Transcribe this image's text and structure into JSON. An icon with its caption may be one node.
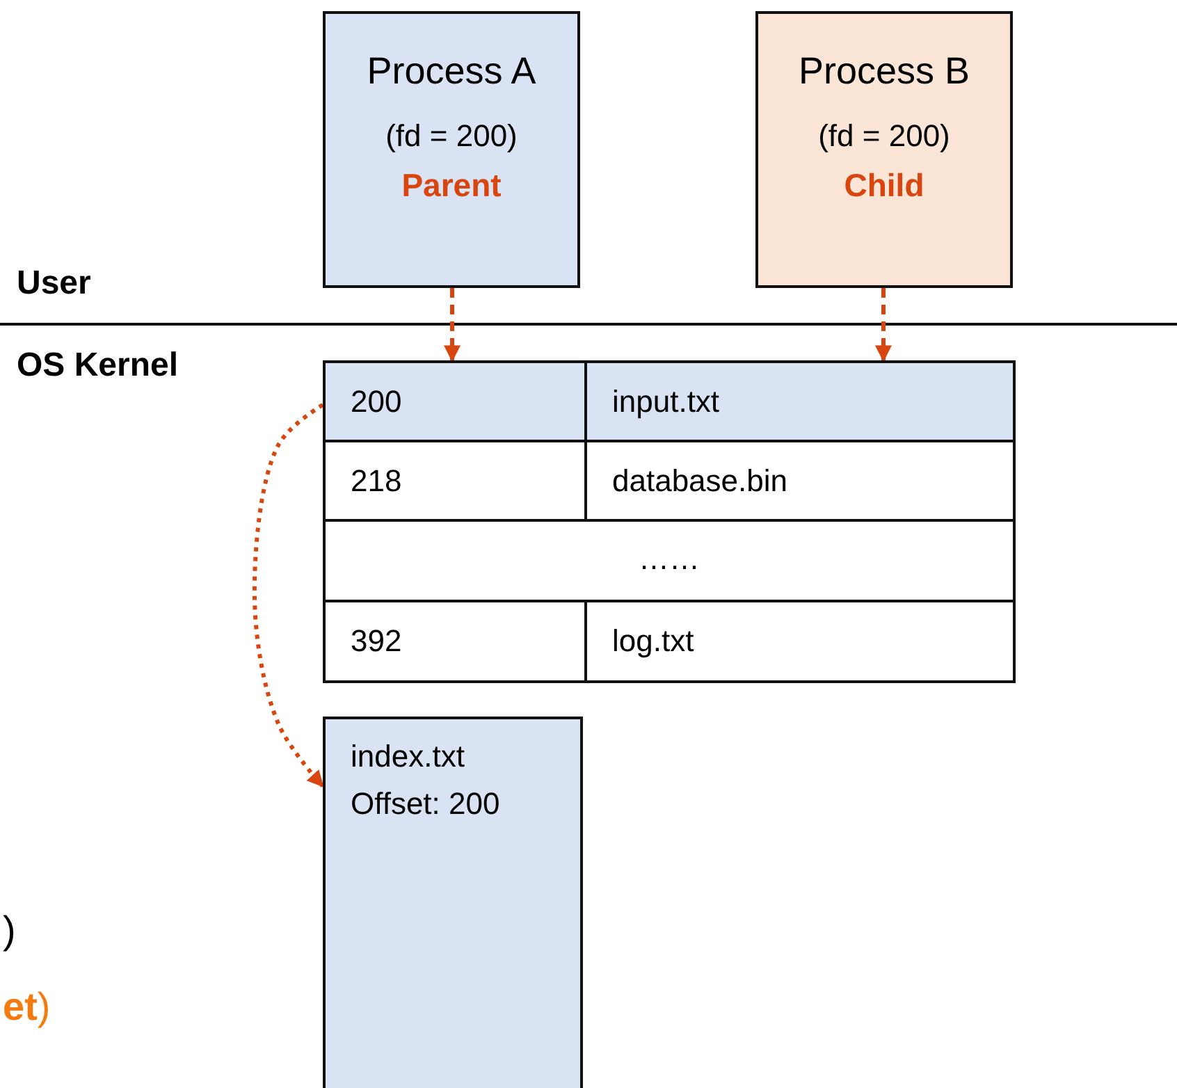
{
  "diagram": {
    "nodes": [
      {
        "text": [
          "Process A",
          "(fd = 200)",
          "Parent"
        ]
      },
      {
        "text": [
          "Process B",
          "(fd = 200)",
          "Child"
        ]
      },
      {
        "text": [
          "200"
        ]
      },
      {
        "text": [
          "input.txt"
        ]
      },
      {
        "text": [
          "218"
        ]
      },
      {
        "text": [
          "database.bin"
        ]
      },
      {
        "text": [
          "……"
        ]
      },
      {
        "text": [
          "392"
        ]
      },
      {
        "text": [
          "log.txt"
        ]
      },
      {
        "text": [
          "index.txt",
          "Offset: 200"
        ]
      }
    ],
    "edges": [
      {
        "from": 0,
        "to": 2,
        "arrow": "to",
        "style": "dashed"
      },
      {
        "from": 1,
        "to": 3,
        "arrow": "to",
        "style": "dashed"
      },
      {
        "from": 2,
        "to": 9,
        "arrow": "to",
        "style": "dashed"
      }
    ],
    "labels": [
      "User",
      "OS Kernel",
      ")",
      "**et**)"
    ]
  }
}
